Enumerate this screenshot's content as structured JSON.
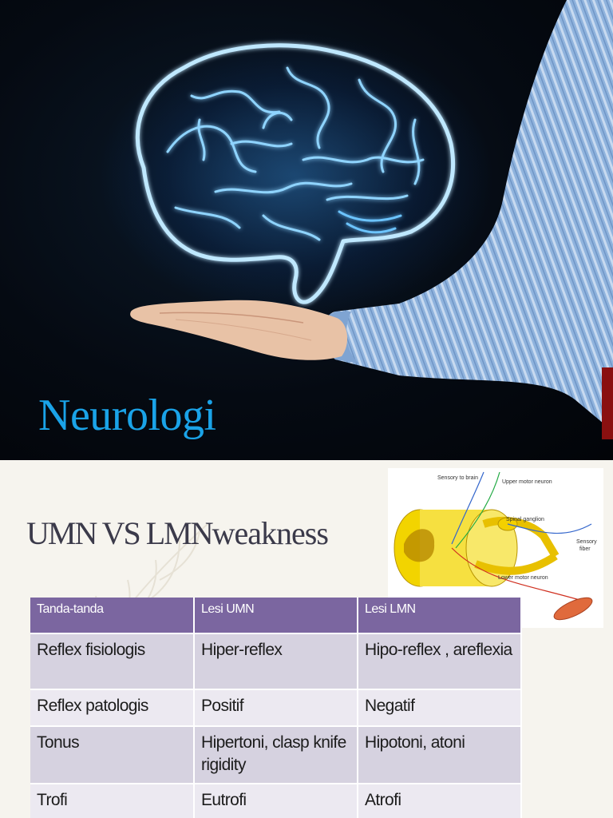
{
  "slide1": {
    "title": "Neurologi"
  },
  "slide2": {
    "title_part1": "UMN VS LMN",
    "title_part2": "weakness",
    "diagram_labels": {
      "sensory_to_brain": "Sensory to brain",
      "upper_motor_neuron": "Upper motor neuron",
      "spinal_ganglion": "Spinal ganglion",
      "sensory_fiber_1": "Sensory",
      "sensory_fiber_2": "fiber",
      "lower_motor_neuron": "Lower motor neuron"
    },
    "table": {
      "headers": [
        "Tanda-tanda",
        "Lesi UMN",
        "Lesi LMN"
      ],
      "rows": [
        [
          "Reflex fisiologis",
          "Hiper-reflex",
          "Hipo-reflex , areflexia"
        ],
        [
          "Reflex patologis",
          "Positif",
          "Negatif"
        ],
        [
          "Tonus",
          "Hipertoni, clasp knife rigidity",
          "Hipotoni, atoni"
        ],
        [
          "Trofi",
          "Eutrofi",
          "Atrofi"
        ]
      ]
    },
    "colors": {
      "header_bg": "#7b66a0",
      "row_dark": "#d6d2e0",
      "row_light": "#ece9f1",
      "title1": "#1aa3e8"
    }
  }
}
